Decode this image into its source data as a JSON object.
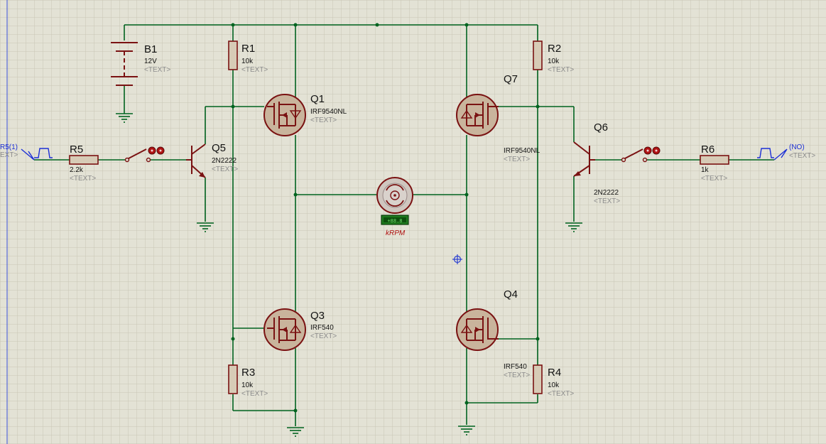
{
  "components": {
    "B1": {
      "name": "B1",
      "value": "12V",
      "text": "<TEXT>"
    },
    "R1": {
      "name": "R1",
      "value": "10k",
      "text": "<TEXT>"
    },
    "R2": {
      "name": "R2",
      "value": "10k",
      "text": "<TEXT>"
    },
    "R3": {
      "name": "R3",
      "value": "10k",
      "text": "<TEXT>"
    },
    "R4": {
      "name": "R4",
      "value": "10k",
      "text": "<TEXT>"
    },
    "R5": {
      "name": "R5",
      "value": "2.2k",
      "text": "<TEXT>"
    },
    "R6": {
      "name": "R6",
      "value": "1k",
      "text": "<TEXT>"
    },
    "Q1": {
      "name": "Q1",
      "value": "IRF9540NL",
      "text": "<TEXT>"
    },
    "Q3": {
      "name": "Q3",
      "value": "IRF540",
      "text": "<TEXT>"
    },
    "Q4": {
      "name": "Q4",
      "value": "IRF540",
      "text": "<TEXT>"
    },
    "Q5": {
      "name": "Q5",
      "value": "2N2222",
      "text": "<TEXT>"
    },
    "Q6": {
      "name": "Q6",
      "value": "2N2222",
      "text": "<TEXT>"
    },
    "Q7": {
      "name": "Q7",
      "value": "IRF9540NL",
      "text": "<TEXT>"
    }
  },
  "generators": {
    "left": {
      "label": "R5(1)",
      "text": "EXT>"
    },
    "right": {
      "label": "(NO)",
      "text": "<TEXT>"
    }
  },
  "motor": {
    "readout": "+88.8",
    "unit": "kRPM"
  },
  "colors": {
    "wire": "#00631f",
    "component": "#7a1212",
    "background": "#e3e2d5",
    "grid": "#c8c6b5",
    "label_blue": "#1c2fd6"
  }
}
